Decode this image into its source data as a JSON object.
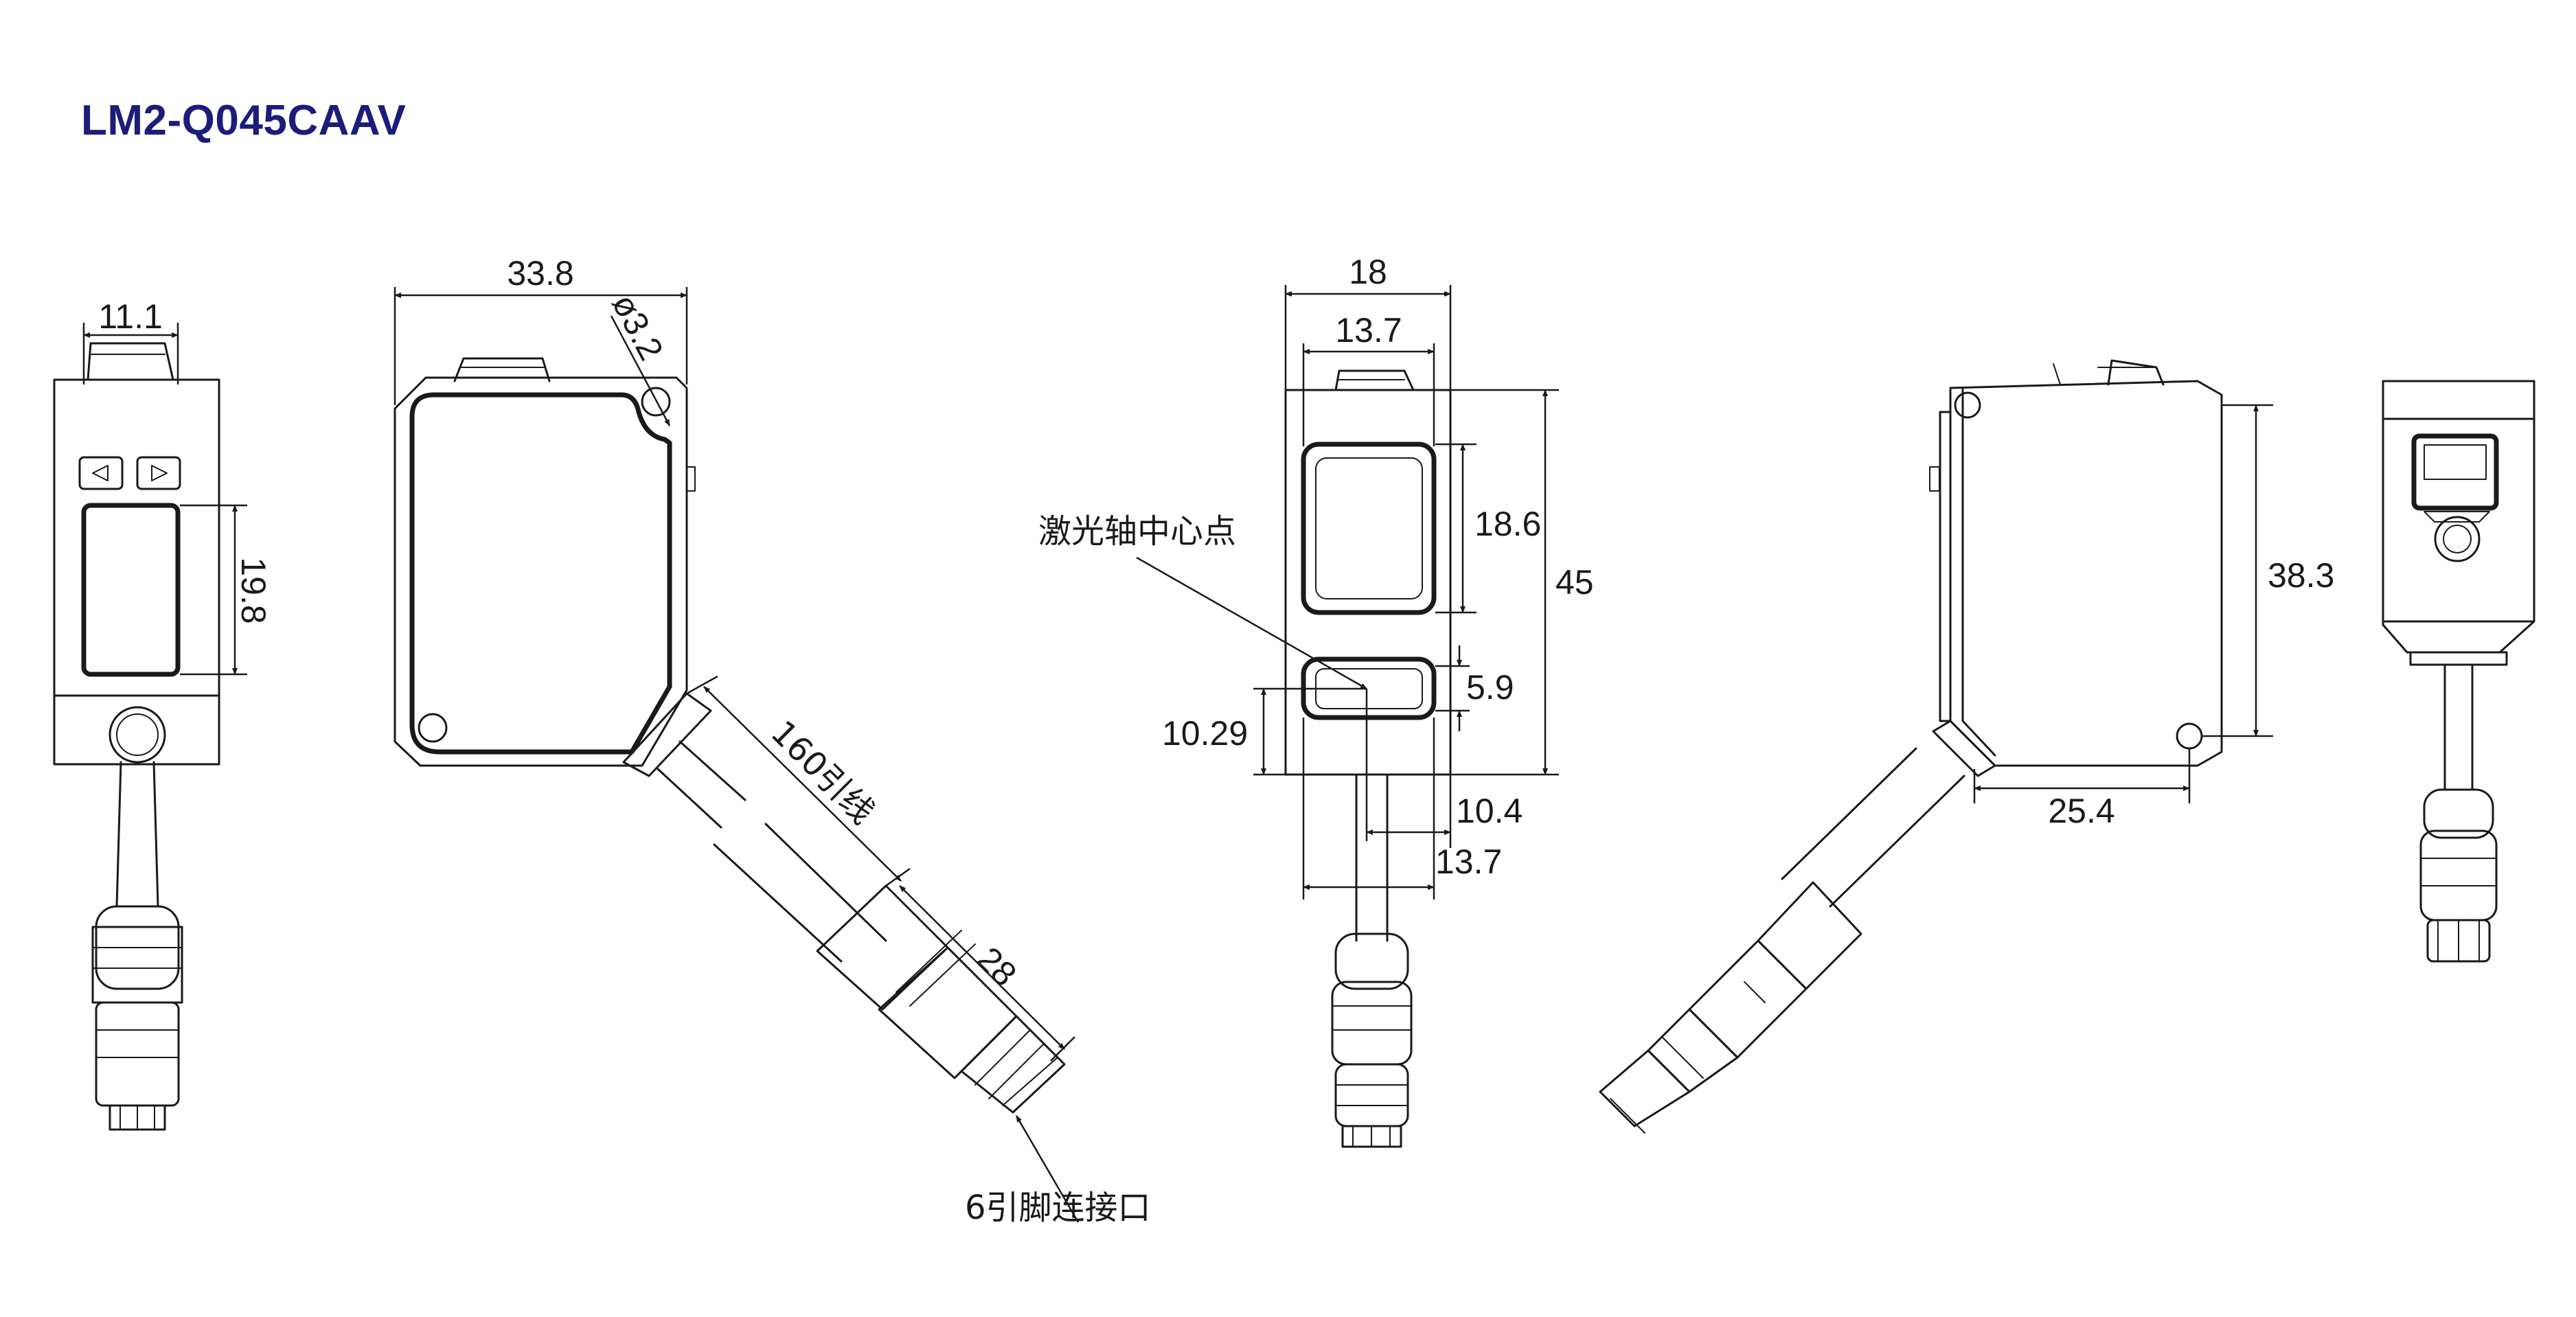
{
  "title": "LM2-Q045CAAV",
  "dimensions": {
    "front_width": "11.1",
    "front_display_height": "19.8",
    "side_width": "33.8",
    "hole_diameter": "ø3.2",
    "cable_length": "160引线",
    "connector_length": "28",
    "center_width": "18",
    "center_window_width": "13.7",
    "center_window_height": "18.6",
    "center_height": "45",
    "center_laser_window_height": "5.9",
    "center_axis_height": "10.29",
    "center_axis_offset": "10.4",
    "center_bottom_width": "13.7",
    "back_hole_spacing_v": "38.3",
    "back_hole_spacing_h": "25.4"
  },
  "annotations": {
    "laser_axis_center": "激光轴中心点",
    "connector_port": "6引脚连接口"
  }
}
